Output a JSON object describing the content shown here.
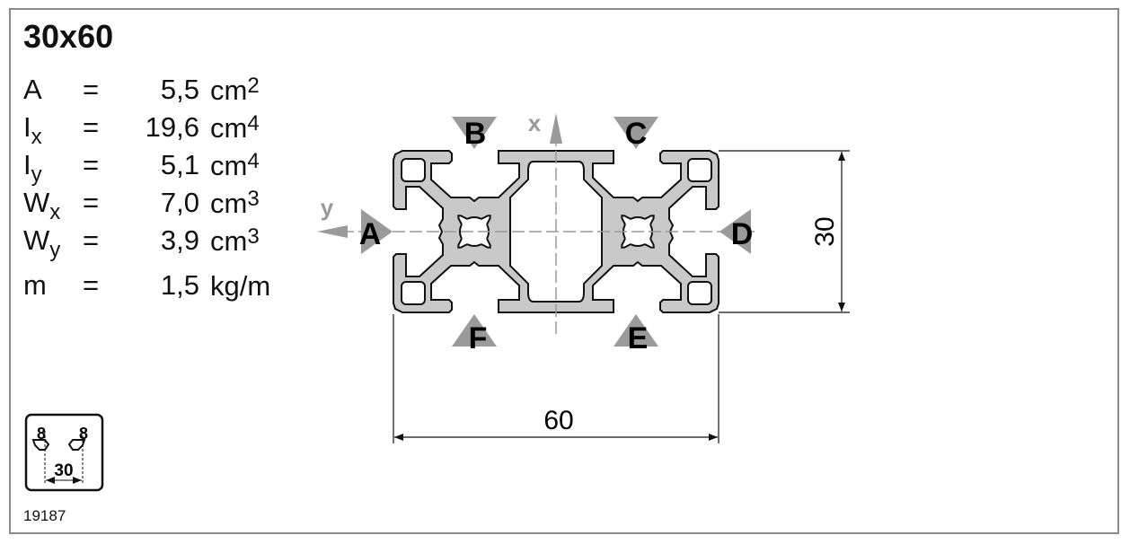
{
  "title": "30x60",
  "properties": [
    {
      "symbol": "A",
      "sub": "",
      "value": "5,5",
      "unit": "cm",
      "exp": "2"
    },
    {
      "symbol": "I",
      "sub": "x",
      "value": "19,6",
      "unit": "cm",
      "exp": "4"
    },
    {
      "symbol": "I",
      "sub": "y",
      "value": "5,1",
      "unit": "cm",
      "exp": "4"
    },
    {
      "symbol": "W",
      "sub": "x",
      "value": "7,0",
      "unit": "cm",
      "exp": "3"
    },
    {
      "symbol": "W",
      "sub": "y",
      "value": "3,9",
      "unit": "cm",
      "exp": "3"
    },
    {
      "symbol": "m",
      "sub": "",
      "value": "1,5",
      "unit": "kg/m",
      "exp": ""
    }
  ],
  "equals": "=",
  "slot_icon": {
    "slot_left": "8",
    "slot_right": "8",
    "pitch": "30"
  },
  "code": "19187",
  "faces": {
    "A": "A",
    "B": "B",
    "C": "C",
    "D": "D",
    "E": "E",
    "F": "F"
  },
  "axes": {
    "x": "x",
    "y": "y"
  },
  "dimensions": {
    "height": "30",
    "width": "60"
  },
  "colors": {
    "profile_fill": "#c9c9c9",
    "marker": "#9a9a9a",
    "outline": "#111111"
  }
}
